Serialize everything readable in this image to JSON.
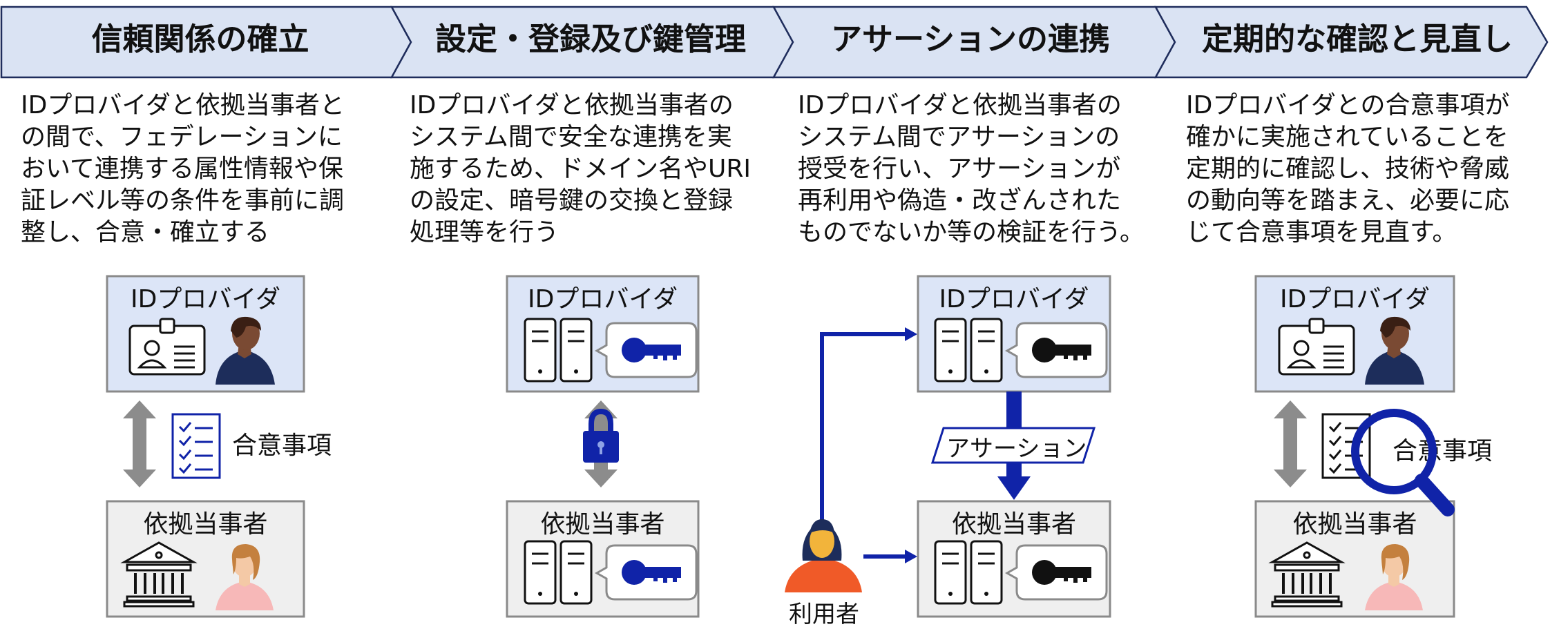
{
  "colors": {
    "header_fill": "#dae3f3",
    "header_stroke": "#1f2d5c",
    "provider_box_fill": "#dce5f7",
    "relying_box_fill": "#efefef",
    "box_stroke": "#8a8a8a",
    "accent_blue": "#1023a8",
    "gray_arrow": "#8c8c8c",
    "person_skin_dark": "#7a4a33",
    "person_navy": "#1d2d5b",
    "person_peach": "#f4b38b",
    "person_pink": "#f7b8b8",
    "user_orange": "#f05a28"
  },
  "steps": [
    {
      "title": "信頼関係の確立",
      "description_lines": [
        "IDプロバイダと依拠当事者と",
        "の間で、フェデレーションに",
        "おいて連携する属性情報や保",
        "証レベル等の条件を事前に調",
        "整し、合意・確立する"
      ]
    },
    {
      "title": "設定・登録及び鍵管理",
      "description_lines": [
        "IDプロバイダと依拠当事者の",
        "システム間で安全な連携を実",
        "施するため、ドメイン名やURI",
        "の設定、暗号鍵の交換と登録",
        "処理等を行う"
      ]
    },
    {
      "title": "アサーションの連携",
      "description_lines": [
        "IDプロバイダと依拠当事者の",
        "システム間でアサーションの",
        "授受を行い、アサーションが",
        "再利用や偽造・改ざんされた",
        "ものでないか等の検証を行う。"
      ]
    },
    {
      "title": "定期的な確認と見直し",
      "description_lines": [
        "IDプロバイダとの合意事項が",
        "確かに実施されていることを",
        "定期的に確認し、技術や脅威",
        "の動向等を踏まえ、必要に応",
        "じて合意事項を見直す。"
      ]
    }
  ],
  "diagram": {
    "idp_label": "IDプロバイダ",
    "rp_label": "依拠当事者",
    "agreement_label": "合意事項",
    "assertion_label": "アサーション",
    "user_label": "利用者"
  }
}
